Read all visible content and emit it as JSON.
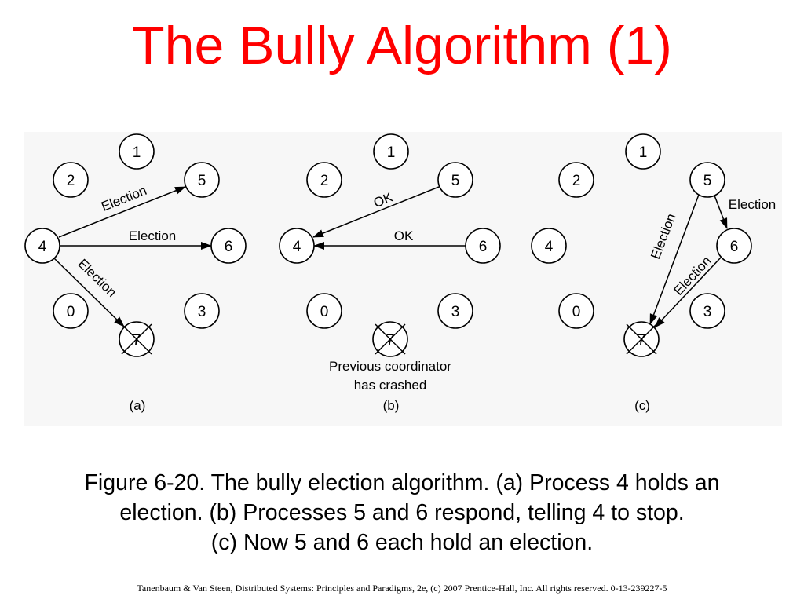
{
  "title": "The Bully Algorithm (1)",
  "panels": [
    {
      "id": "a",
      "label": "(a)",
      "crashed": [
        "7"
      ],
      "nodes": [
        "1",
        "2",
        "5",
        "4",
        "6",
        "0",
        "3",
        "7"
      ],
      "messages": [
        {
          "from": "4",
          "to": "5",
          "label": "Election"
        },
        {
          "from": "4",
          "to": "6",
          "label": "Election"
        },
        {
          "from": "4",
          "to": "7",
          "label": "Election"
        }
      ]
    },
    {
      "id": "b",
      "label": "(b)",
      "crashed": [
        "7"
      ],
      "nodes": [
        "1",
        "2",
        "5",
        "4",
        "6",
        "0",
        "3",
        "7"
      ],
      "messages": [
        {
          "from": "5",
          "to": "4",
          "label": "OK"
        },
        {
          "from": "6",
          "to": "4",
          "label": "OK"
        }
      ],
      "note": [
        "Previous coordinator",
        "has crashed"
      ]
    },
    {
      "id": "c",
      "label": "(c)",
      "crashed": [
        "7"
      ],
      "nodes": [
        "1",
        "2",
        "5",
        "4",
        "6",
        "0",
        "3",
        "7"
      ],
      "messages": [
        {
          "from": "5",
          "to": "6",
          "label": "Election"
        },
        {
          "from": "5",
          "to": "7",
          "label": "Election"
        },
        {
          "from": "6",
          "to": "7",
          "label": "Election"
        }
      ]
    }
  ],
  "caption": {
    "line1": "Figure 6-20. The bully election algorithm. (a) Process 4 holds an",
    "line2": "election. (b) Processes 5 and 6 respond, telling 4 to stop.",
    "line3": "(c) Now 5 and 6 each hold an election."
  },
  "footer": "Tanenbaum & Van Steen, Distributed Systems: Principles and Paradigms, 2e, (c) 2007 Prentice-Hall, Inc. All rights reserved. 0-13-239227-5"
}
